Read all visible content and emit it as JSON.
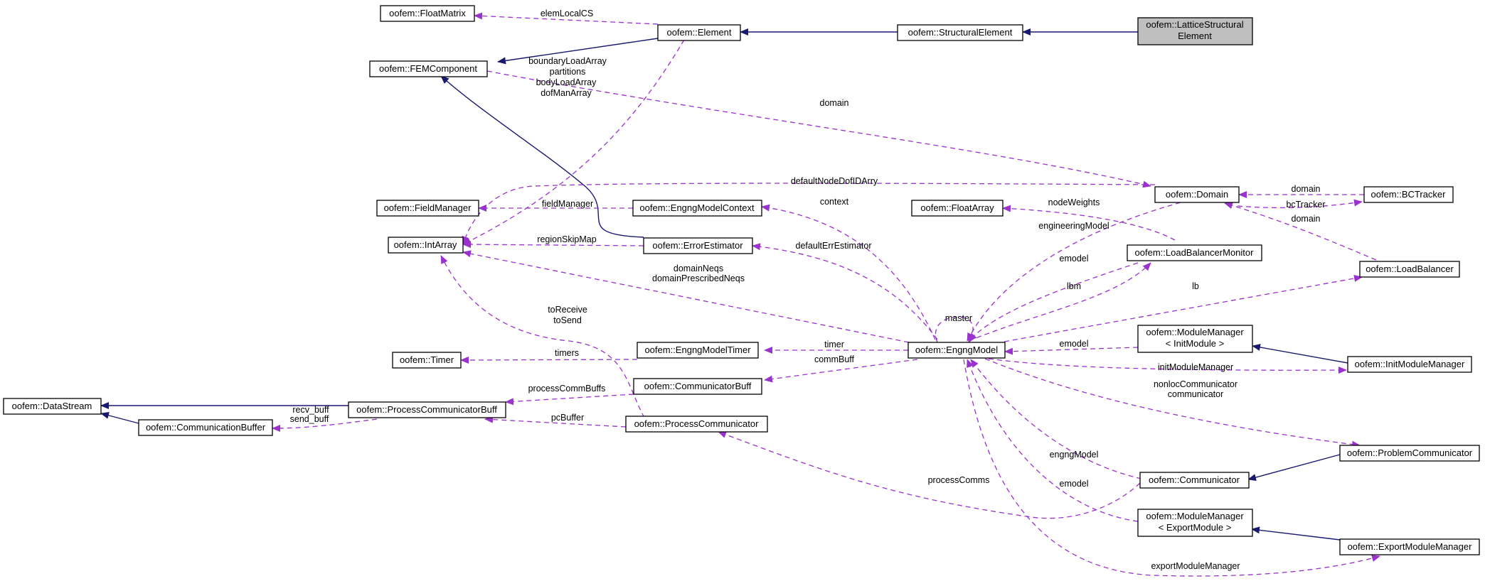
{
  "colors": {
    "inherit": "#191970",
    "use": "#9a32cd",
    "highlight_fill": "#bfbfbf"
  },
  "nodes": {
    "lattice": [
      "oofem::LatticeStructural",
      "Element"
    ],
    "structural": "oofem::StructuralElement",
    "element": "oofem::Element",
    "floatmatrix": "oofem::FloatMatrix",
    "femcomponent": "oofem::FEMComponent",
    "fieldmanager": "oofem::FieldManager",
    "intarray": "oofem::IntArray",
    "timer": "oofem::Timer",
    "datastream": "oofem::DataStream",
    "commbuffer": "oofem::CommunicationBuffer",
    "pcbuff": "oofem::ProcessCommunicatorBuff",
    "engngctx": "oofem::EngngModelContext",
    "errest": "oofem::ErrorEstimator",
    "engngtimer": "oofem::EngngModelTimer",
    "commbuff": "oofem::CommunicatorBuff",
    "proccomm": "oofem::ProcessCommunicator",
    "engngmodel": "oofem::EngngModel",
    "domain": "oofem::Domain",
    "floatarray": "oofem::FloatArray",
    "lbmonitor": "oofem::LoadBalancerMonitor",
    "modmgr_init": [
      "oofem::ModuleManager",
      "< InitModule >"
    ],
    "communicator": "oofem::Communicator",
    "modmgr_export": [
      "oofem::ModuleManager",
      "< ExportModule >"
    ],
    "bctracker": "oofem::BCTracker",
    "loadbalancer": "oofem::LoadBalancer",
    "initmodmgr": "oofem::InitModuleManager",
    "problemcomm": "oofem::ProblemCommunicator",
    "exportmodmgr": "oofem::ExportModuleManager"
  },
  "labels": {
    "elemLocalCS": "elemLocalCS",
    "boundaryLoadArray": "boundaryLoadArray",
    "partitions": "partitions",
    "bodyLoadArray": "bodyLoadArray",
    "dofManArray": "dofManArray",
    "domain_top": "domain",
    "defaultNodeDofIDArry": "defaultNodeDofIDArry",
    "fieldManager": "fieldManager",
    "context": "context",
    "regionSkipMap": "regionSkipMap",
    "defaultErrEstimator": "defaultErrEstimator",
    "domainNeqs": "domainNeqs",
    "domainPrescribedNeqs": "domainPrescribedNeqs",
    "toReceive": "toReceive",
    "toSend": "toSend",
    "timers": "timers",
    "timer": "timer",
    "commBuff": "commBuff",
    "processCommBuffs": "processCommBuffs",
    "recv_buff": "recv_buff",
    "send_buff": "send_buff",
    "pcBuffer": "pcBuffer",
    "processComms": "processComms",
    "master": "master",
    "nodeWeights": "nodeWeights",
    "engineeringModel": "engineeringModel",
    "emodel_lbm": "emodel",
    "lbm": "lbm",
    "lb": "lb",
    "emodel_init": "emodel",
    "initModuleManager": "initModuleManager",
    "nonlocCommunicator": "nonlocCommunicator",
    "communicator": "communicator",
    "engngModel": "engngModel",
    "emodel_comm": "emodel",
    "exportModuleManager": "exportModuleManager",
    "domain_bc": "domain",
    "bcTracker": "bcTracker",
    "domain_lb": "domain"
  }
}
